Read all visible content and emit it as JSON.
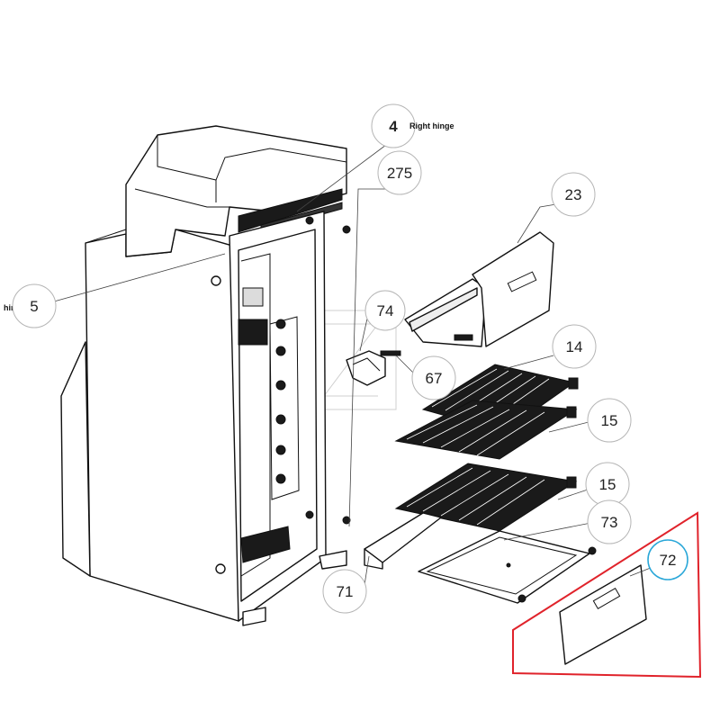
{
  "diagram": {
    "callouts": [
      {
        "id": "c4",
        "number": "4"
      },
      {
        "id": "c275",
        "number": "275"
      },
      {
        "id": "c23",
        "number": "23"
      },
      {
        "id": "c5",
        "number": "5"
      },
      {
        "id": "c74",
        "number": "74"
      },
      {
        "id": "c67",
        "number": "67"
      },
      {
        "id": "c14",
        "number": "14"
      },
      {
        "id": "c15a",
        "number": "15"
      },
      {
        "id": "c15b",
        "number": "15"
      },
      {
        "id": "c73",
        "number": "73"
      },
      {
        "id": "c71",
        "number": "71"
      },
      {
        "id": "c72",
        "number": "72"
      }
    ],
    "labels": {
      "right_hinge": "Right hinge",
      "hinge": "hinge"
    },
    "highlight": {
      "frame_color": "#e0232b",
      "circle_color": "#2aa7d8",
      "highlighted_part": "72"
    }
  }
}
